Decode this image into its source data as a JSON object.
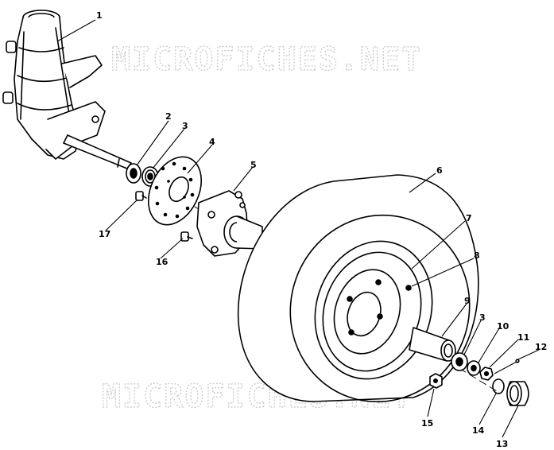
{
  "watermark": {
    "text": "MICROFICHES.NET"
  },
  "callouts": [
    {
      "id": "c1",
      "text": "1"
    },
    {
      "id": "c2",
      "text": "2"
    },
    {
      "id": "c3a",
      "text": "3"
    },
    {
      "id": "c4",
      "text": "4"
    },
    {
      "id": "c5",
      "text": "5"
    },
    {
      "id": "c6",
      "text": "6"
    },
    {
      "id": "c7",
      "text": "7"
    },
    {
      "id": "c8",
      "text": "8"
    },
    {
      "id": "c9",
      "text": "9"
    },
    {
      "id": "c3b",
      "text": "3"
    },
    {
      "id": "c10",
      "text": "10"
    },
    {
      "id": "c11",
      "text": "11"
    },
    {
      "id": "c12",
      "text": "12"
    },
    {
      "id": "c13",
      "text": "13"
    },
    {
      "id": "c14",
      "text": "14"
    },
    {
      "id": "c15",
      "text": "15"
    },
    {
      "id": "c16",
      "text": "16"
    },
    {
      "id": "c17",
      "text": "17"
    }
  ]
}
